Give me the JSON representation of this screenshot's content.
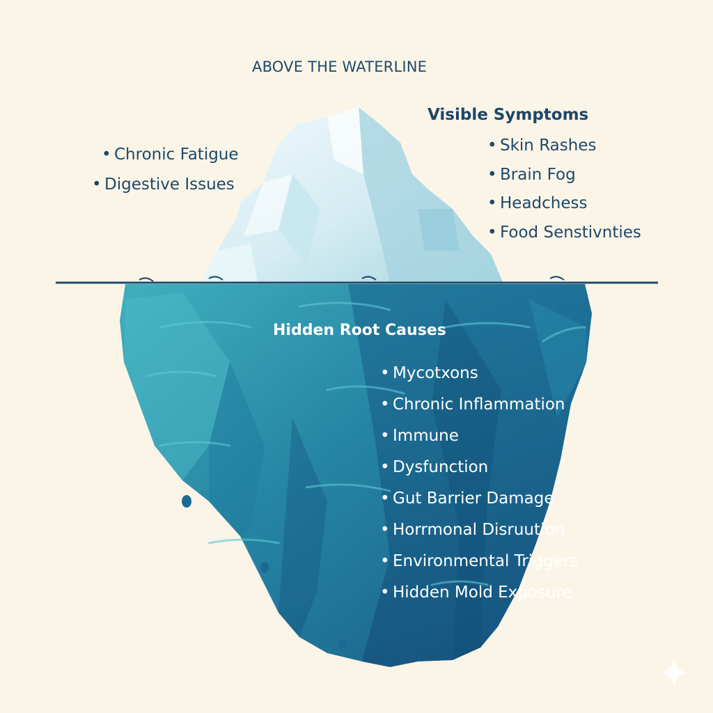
{
  "heading": "ABOVE THE WATERLINE",
  "left_symptoms": [
    "Chronic Fatigue",
    "Digestive Issues"
  ],
  "visible_symptoms": {
    "title": "Visible Symptoms",
    "items": [
      "Skin Rashes",
      "Brain Fog",
      "Headchess",
      "Food Senstivnties"
    ]
  },
  "hidden_causes": {
    "title": "Hidden Root Causes",
    "items": [
      "Mycotxons",
      "Chronic Inflammation",
      "Immune",
      "Dysfunction",
      "Gut Barrier Damage",
      "Horrmonal Disruution",
      "Environmental Triggers",
      "Hidden Mold Exposure"
    ]
  },
  "colors": {
    "background": "#fbf5e8",
    "text_dark": "#1e4868",
    "ice_light": "#e6f4f7",
    "ice_mid": "#bfe0e9",
    "water_light": "#3aa7b8",
    "water_deep": "#155a86",
    "waterline": "#1d4a6a"
  },
  "icons": [
    "iceberg-illustration",
    "sparkle-icon"
  ]
}
